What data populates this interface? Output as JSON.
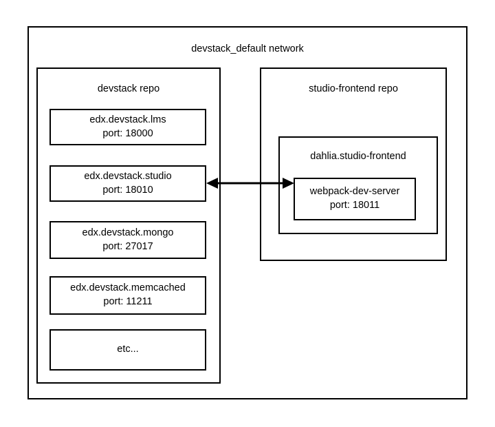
{
  "diagram": {
    "type": "architecture-block-diagram",
    "title": "devstack_default network",
    "background_color": "#ffffff",
    "line_color": "#000000",
    "containers": [
      {
        "id": "devstack-repo",
        "label": "devstack repo",
        "services": [
          {
            "name": "edx.devstack.lms",
            "port": "port: 18000"
          },
          {
            "name": "edx.devstack.studio",
            "port": "port: 18010"
          },
          {
            "name": "edx.devstack.mongo",
            "port": "port: 27017"
          },
          {
            "name": "edx.devstack.memcached",
            "port": "port: 11211"
          },
          {
            "name": "etc...",
            "port": ""
          }
        ]
      },
      {
        "id": "studio-frontend-repo",
        "label": "studio-frontend repo",
        "containers": [
          {
            "id": "dahlia-studio-frontend",
            "label": "dahlia.studio-frontend",
            "services": [
              {
                "name": "webpack-dev-server",
                "port": "port: 18011"
              }
            ]
          }
        ]
      }
    ],
    "connector": {
      "name": "bidirectional-arrow",
      "from": "edx.devstack.studio",
      "to": "dahlia.studio-frontend",
      "style": "double-headed"
    }
  }
}
